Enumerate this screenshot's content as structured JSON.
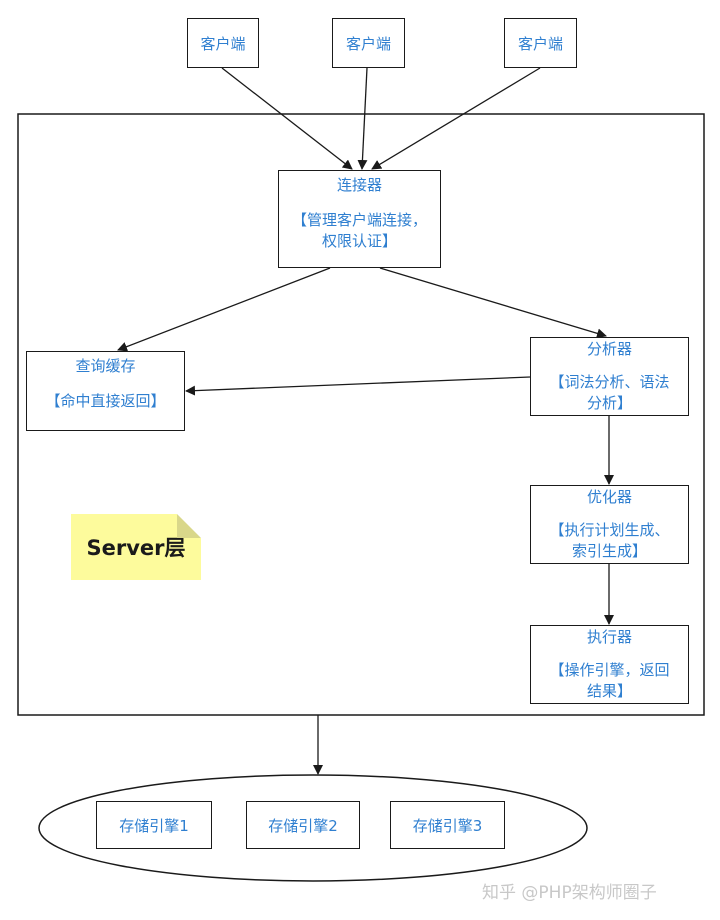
{
  "clients": [
    {
      "label": "客户端"
    },
    {
      "label": "客户端"
    },
    {
      "label": "客户端"
    }
  ],
  "connector": {
    "title": "连接器",
    "desc": "【管理客户端连接，\n权限认证】"
  },
  "query_cache": {
    "title": "查询缓存",
    "desc": "【命中直接返回】"
  },
  "analyzer": {
    "title": "分析器",
    "desc": "【词法分析、语法\n分析】"
  },
  "optimizer": {
    "title": "优化器",
    "desc": "【执行计划生成、\n索引生成】"
  },
  "executor": {
    "title": "执行器",
    "desc": "【操作引擎，返回\n结果】"
  },
  "server_layer_label": "Server层",
  "engines": [
    {
      "label": "存储引擎1"
    },
    {
      "label": "存储引擎2"
    },
    {
      "label": "存储引擎3"
    }
  ],
  "watermark": "知乎 @PHP架构师圈子",
  "colors": {
    "text_blue": "#2f7fd0",
    "note_yellow": "#fdfb9c",
    "line": "#1a1a1a"
  }
}
